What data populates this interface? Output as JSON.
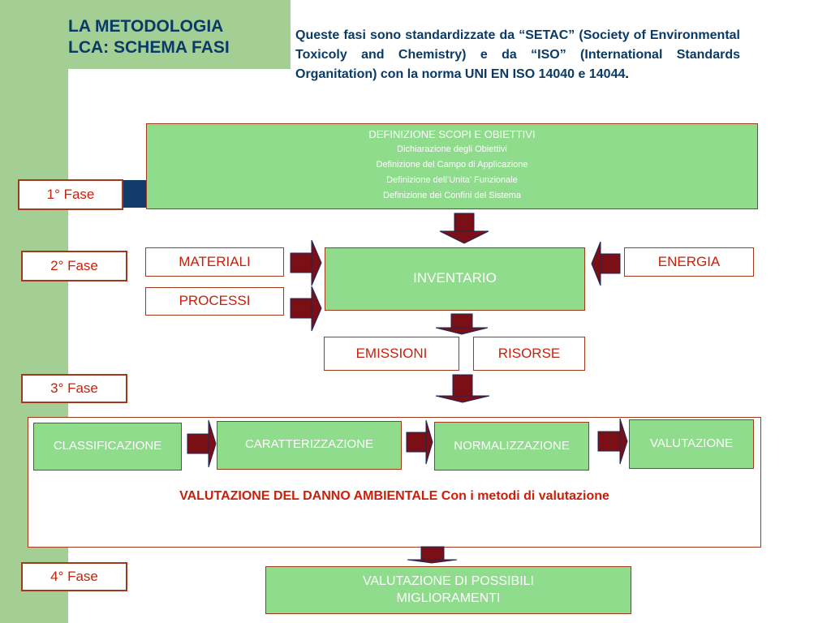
{
  "title": {
    "line1": "LA METODOLOGIA",
    "line2": "LCA: SCHEMA FASI"
  },
  "intro": {
    "text": "Queste fasi sono standardizzate da “SETAC” (Society of Environmental Toxicoly and Chemistry) e da “ISO” (International Standards Organitation) con la norma UNI EN ISO 14040 e 14044",
    "end": "."
  },
  "fasi": [
    "1° Fase",
    "2° Fase",
    "3° Fase",
    "4° Fase"
  ],
  "definizione": {
    "title": "DEFINIZIONE SCOPI E OBIETTIVI",
    "lines": [
      "Dichiarazione degli Obiettivi",
      "Definizione del Campo di Applicazione",
      "Definizione dell’Unita’ Funzionale",
      "Definizione dei Confini del Sistema"
    ]
  },
  "inventario": {
    "materiali": "MATERIALI",
    "processi": "PROCESSI",
    "centro": "INVENTARIO",
    "energia": "ENERGIA",
    "emissioni": "EMISSIONI",
    "risorse": "RISORSE"
  },
  "valutazione": {
    "steps": [
      "CLASSIFICAZIONE",
      "CARATTERIZZAZIONE",
      "NORMALIZZAZIONE",
      "VALUTAZIONE"
    ],
    "danno": "VALUTAZIONE DEL DANNO AMBIENTALE Con i metodi di valutazione"
  },
  "miglioramenti": {
    "line1": "VALUTAZIONE DI POSSIBILI",
    "line2": "MIGLIORAMENTI"
  },
  "colors": {
    "green_box": "#8fdc8c",
    "sidebar_green": "#a3cf95",
    "border_brown": "#a03a1a",
    "label_red": "#c8200a",
    "navy": "#0a3a66",
    "arrow_fill": "#7a0f16",
    "arrow_shade": "#1a2a5a"
  }
}
